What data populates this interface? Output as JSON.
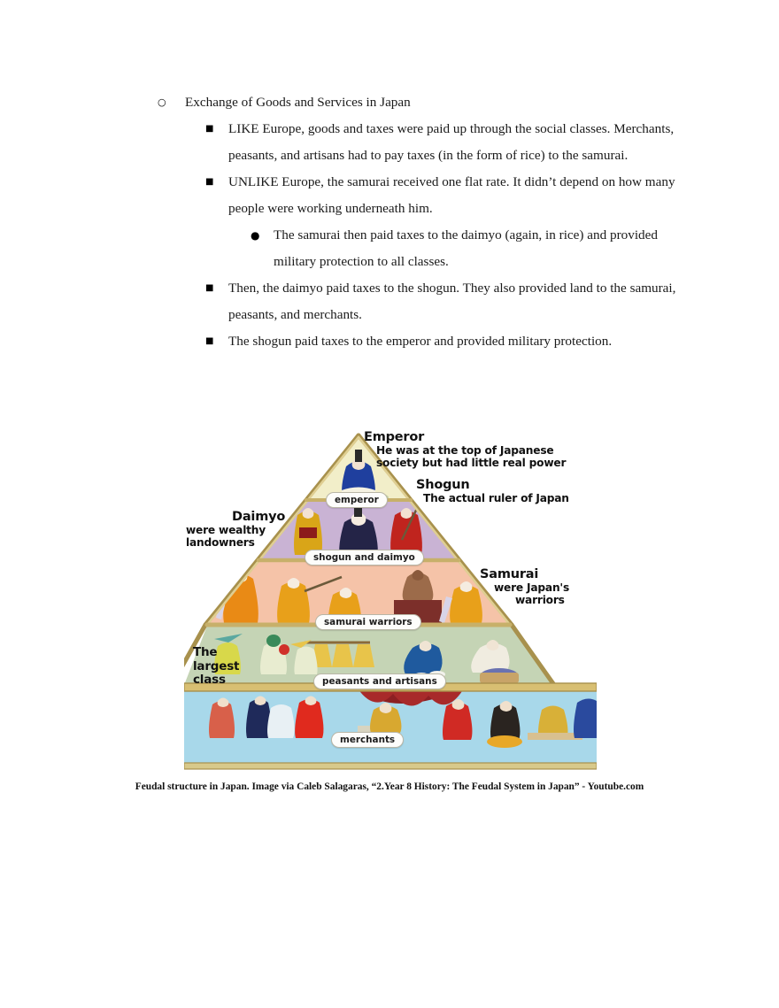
{
  "notes": {
    "items": [
      {
        "level": 1,
        "marker": "○",
        "text": "Exchange of Goods and Services in Japan"
      },
      {
        "level": 2,
        "marker": "■",
        "text": "LIKE Europe, goods and taxes were paid up through the social classes. Merchants, peasants, and artisans had to pay taxes (in the form of rice) to the samurai."
      },
      {
        "level": 2,
        "marker": "■",
        "text": "UNLIKE Europe, the samurai received one flat rate. It didn’t depend on how many people were working underneath him."
      },
      {
        "level": 3,
        "marker": "●",
        "text": "The samurai then paid taxes to the daimyo (again, in rice) and provided military protection to all classes."
      },
      {
        "level": 2,
        "marker": "■",
        "text": "Then, the daimyo paid taxes to the shogun. They also provided land to the samurai, peasants, and merchants."
      },
      {
        "level": 2,
        "marker": "■",
        "text": "The shogun paid taxes to the emperor and provided military protection."
      }
    ]
  },
  "figure": {
    "labels": {
      "emperor_head": "Emperor",
      "emperor_sub_line1": "He was at the top of Japanese",
      "emperor_sub_line2": "society but had little real power",
      "shogun_head": "Shogun",
      "shogun_sub": "The actual ruler of Japan",
      "daimyo_head": "Daimyo",
      "daimyo_sub_line1": "were wealthy",
      "daimyo_sub_line2": "landowners",
      "samurai_head": "Samurai",
      "samurai_sub_line1": "were Japan's",
      "samurai_sub_line2": "warriors",
      "largest_line1": "The",
      "largest_line2": "largest",
      "largest_line3": "class"
    },
    "tier_captions": {
      "emperor": "emperor",
      "shogun_daimyo": "shogun and daimyo",
      "samurai": "samurai warriors",
      "peasants": "peasants and artisans",
      "merchants": "merchants"
    },
    "tier_colors": {
      "emperor": "#f2eec9",
      "shogun_daimyo": "#c9b3d4",
      "samurai": "#f5c3a8",
      "peasants": "#c5d4b5",
      "merchants": "#a8d8ea",
      "frame": "#d8c98a",
      "frame_dark": "#a8914d"
    }
  },
  "caption": {
    "text": "Feudal structure in Japan. Image via Caleb Salagaras, “2.Year 8 History: The Feudal System in Japan” - Youtube.com"
  }
}
